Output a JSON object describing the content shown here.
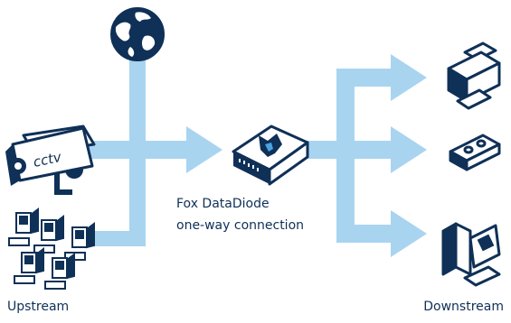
{
  "diode": {
    "name": "Fox DataDiode",
    "caption": "one-way connection"
  },
  "labels": {
    "upstream": "Upstream",
    "downstream": "Downstream",
    "camera_text": "cctv"
  },
  "icons": {
    "upstream": [
      "globe-icon",
      "cctv-camera-icon",
      "computer-network-icon"
    ],
    "diode": "fox-datadiode-device-icon",
    "downstream": [
      "printer-icon",
      "tape-cassette-icon",
      "workstation-icon"
    ]
  },
  "colors": {
    "flow": "#a9d4f0",
    "ink": "#0f3057"
  }
}
